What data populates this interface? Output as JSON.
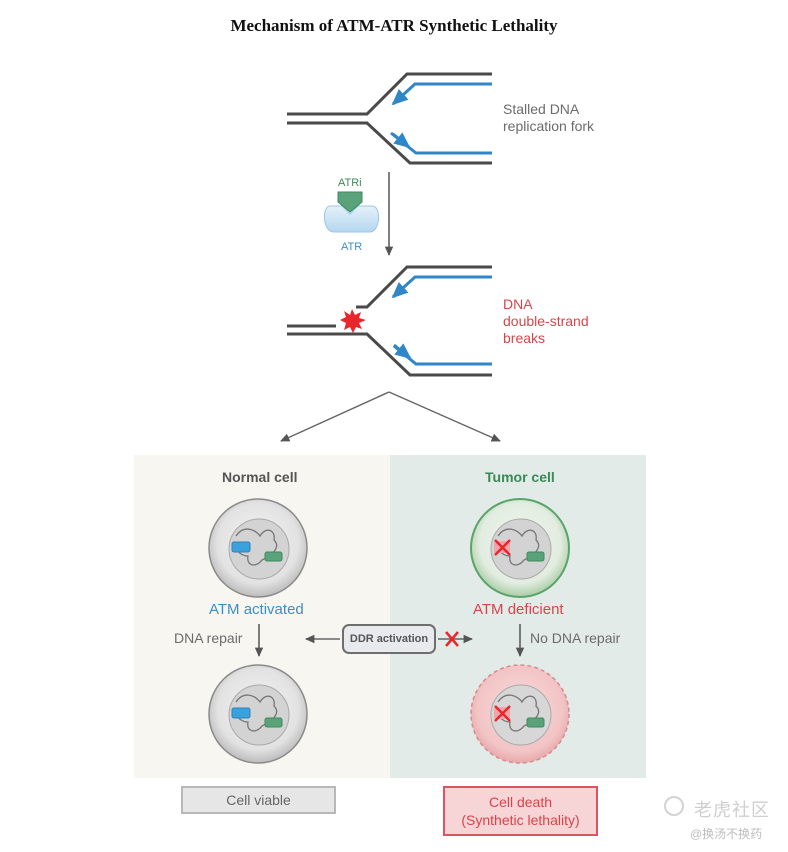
{
  "title": "Mechanism of ATM-ATR Synthetic Lethality",
  "fork_top": {
    "label_line1": "Stalled DNA",
    "label_line2": "replication fork"
  },
  "inhibitor": {
    "drug_label": "ATRi",
    "target_label": "ATR"
  },
  "fork_bottom": {
    "label_line1": "DNA",
    "label_line2": "double-strand",
    "label_line3": "breaks"
  },
  "normal_panel": {
    "title": "Normal cell",
    "status": "ATM activated",
    "step": "DNA repair",
    "outcome": "Cell viable"
  },
  "tumor_panel": {
    "title": "Tumor cell",
    "status": "ATM deficient",
    "step": "No DNA repair",
    "outcome_line1": "Cell death",
    "outcome_line2": "(Synthetic lethality)"
  },
  "center": {
    "ddr_label": "DDR activation"
  },
  "colors": {
    "strand_dark": "#4a4a4a",
    "strand_blue": "#2f86c8",
    "break_red": "#e8262b",
    "normal_bg": "#f8f6f0",
    "tumor_bg": "#e3ebe9",
    "atm_blue": "#3aa1dc",
    "gene_green": "#5aa27a",
    "tumor_green": "#5aa46a",
    "death_pink": "#f3c3c5"
  },
  "watermark": {
    "brand": "老虎社区",
    "handle": "@换汤不换药"
  }
}
